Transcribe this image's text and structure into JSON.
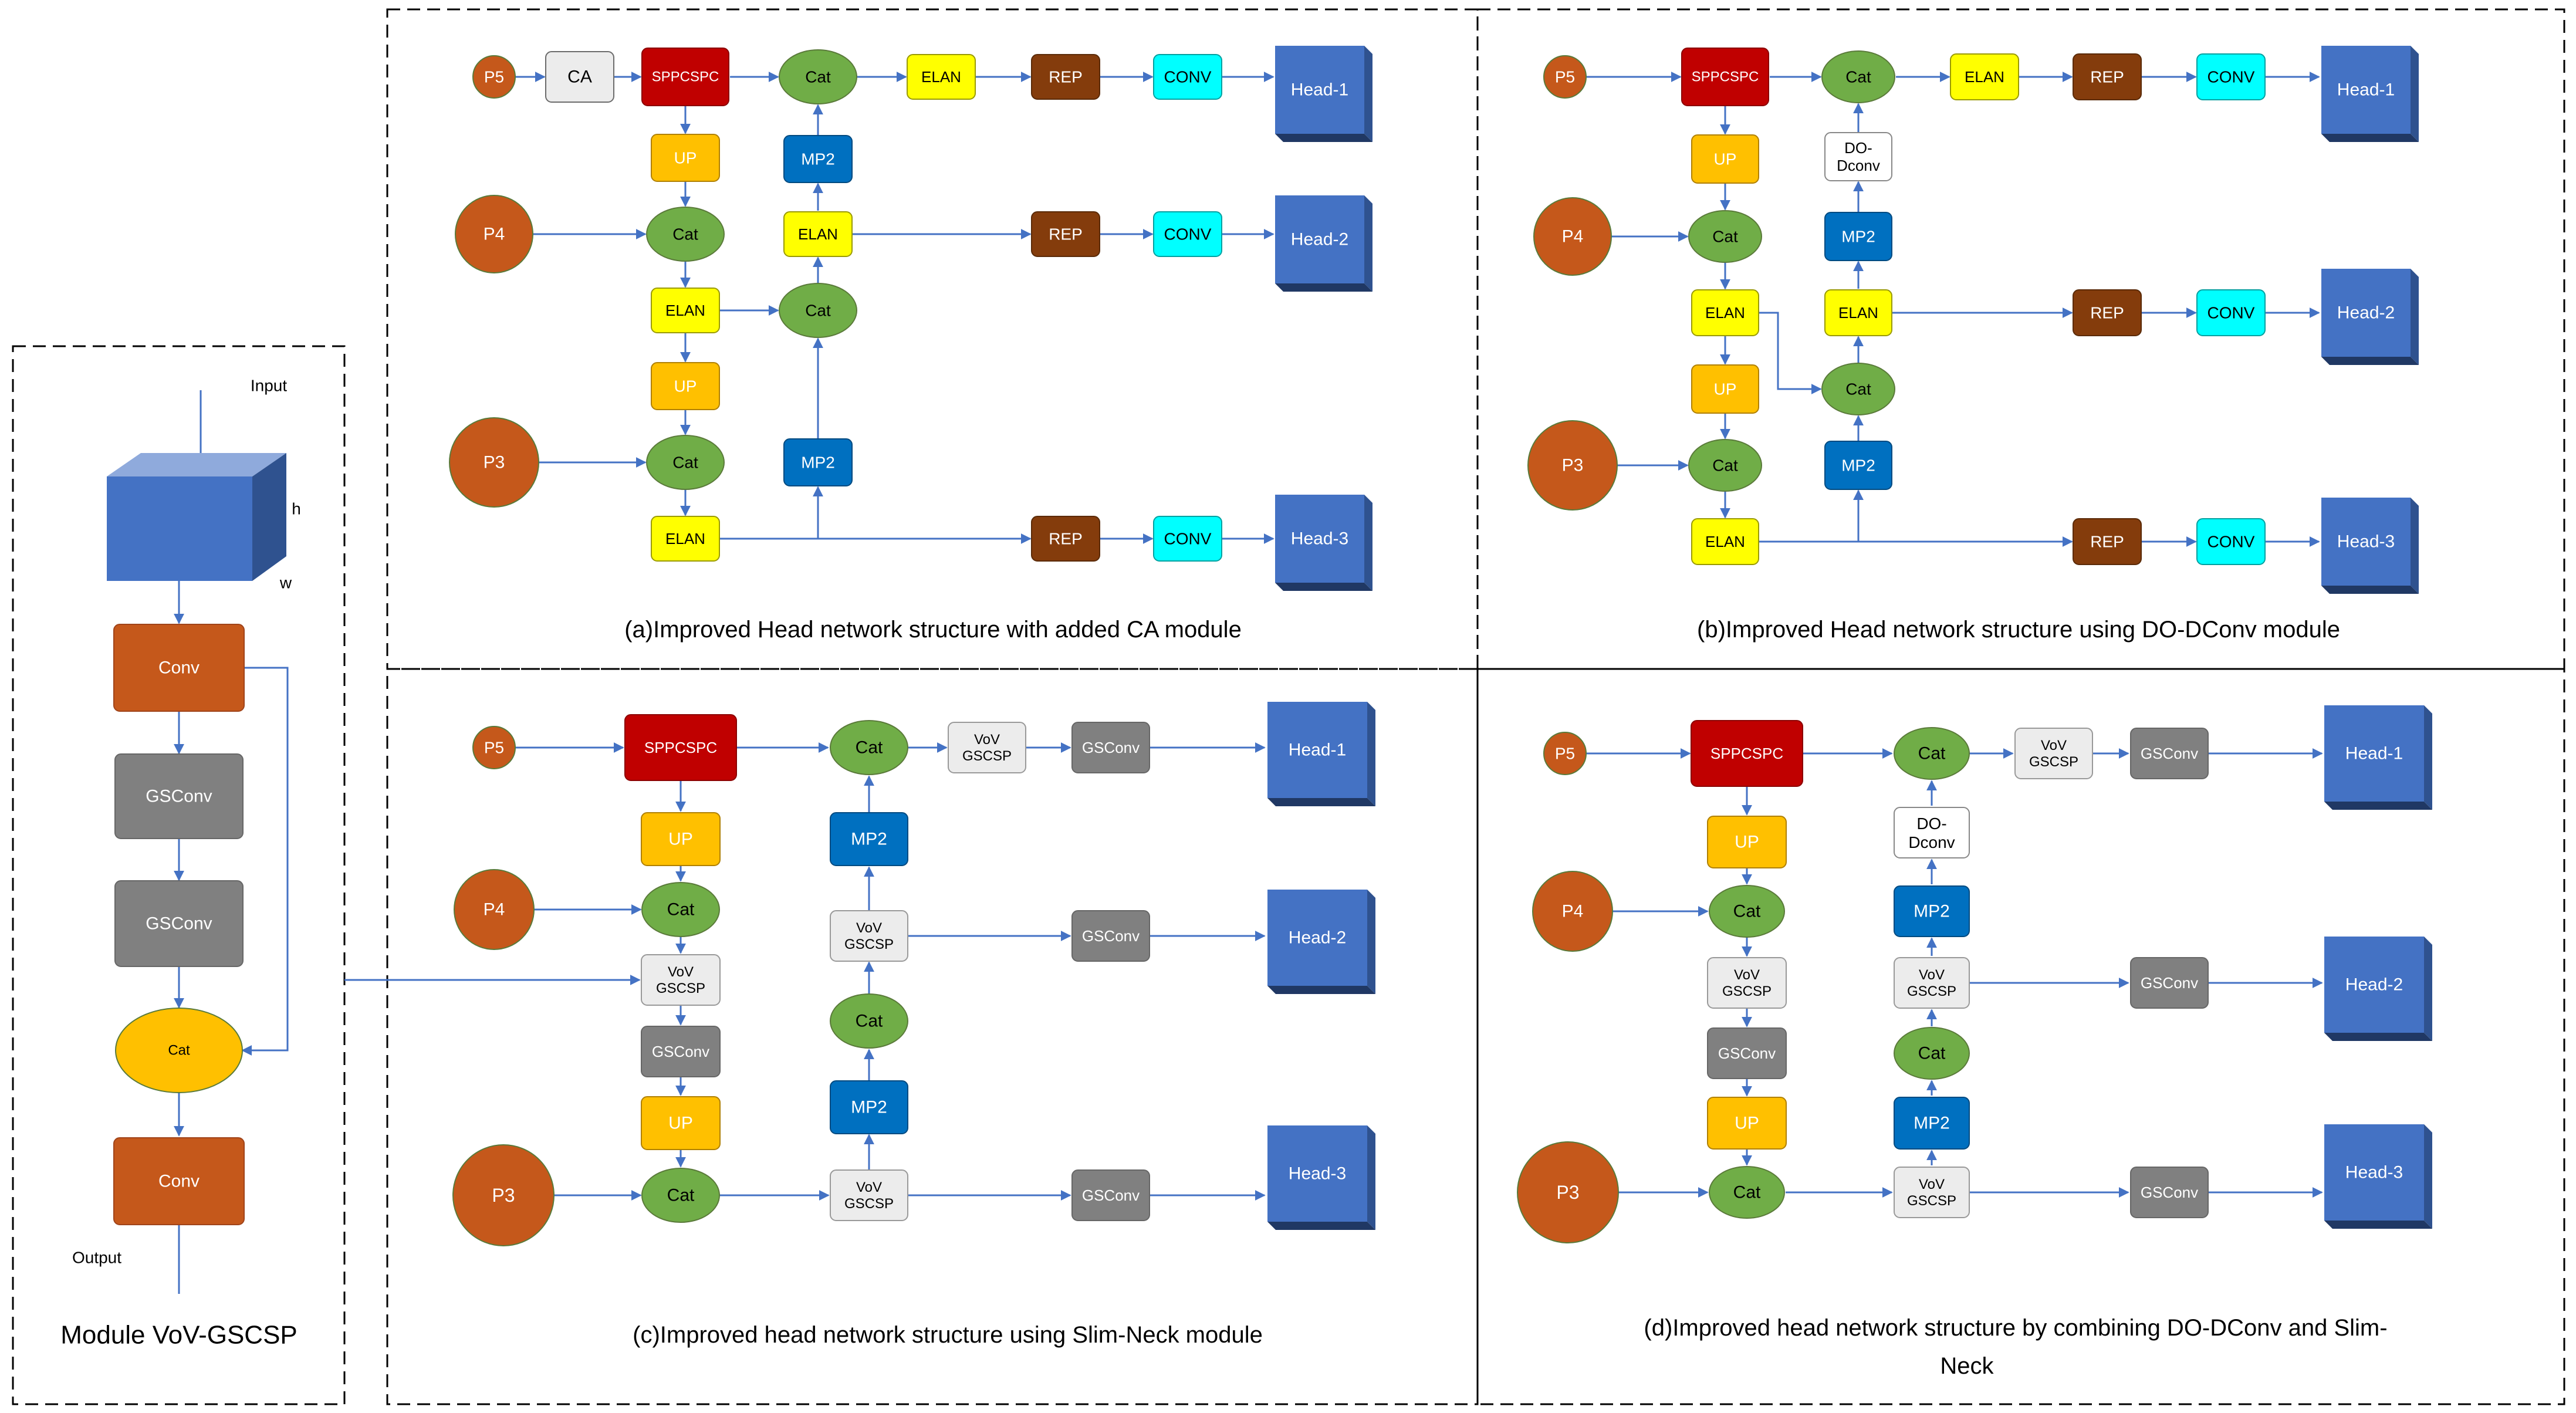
{
  "colors": {
    "orange": "#c5581b",
    "red": "#c00000",
    "gold": "#ffc000",
    "yellow": "#ffff00",
    "green": "#70ad47",
    "blue": "#0070c0",
    "brown": "#843c0c",
    "cyan": "#00ffff",
    "head": "#4472c4",
    "gray": "#808080",
    "lightgray": "#ececec",
    "arrow": "#4472c4"
  },
  "module": {
    "input": "Input",
    "h": "h",
    "w": "w",
    "conv1": "Conv",
    "gsconv1": "GSConv",
    "gsconv2": "GSConv",
    "cat": "Cat",
    "conv2": "Conv",
    "output": "Output",
    "title": "Module VoV-GSCSP"
  },
  "panel_a": {
    "caption": "(a)Improved Head network structure with added CA module",
    "nodes": {
      "p5": "P5",
      "ca": "CA",
      "sppcspc": "SPPCSPC",
      "cat_top": "Cat",
      "elan_top": "ELAN",
      "rep1": "REP",
      "conv1": "CONV",
      "head1": "Head-1",
      "up1": "UP",
      "mp2_top": "MP2",
      "p4": "P4",
      "cat_p4": "Cat",
      "elan_mid": "ELAN",
      "rep2": "REP",
      "conv2": "CONV",
      "head2": "Head-2",
      "elan_l1": "ELAN",
      "cat_mid": "Cat",
      "up2": "UP",
      "p3": "P3",
      "cat_p3": "Cat",
      "mp2_bot": "MP2",
      "elan_l2": "ELAN",
      "rep3": "REP",
      "conv3": "CONV",
      "head3": "Head-3"
    }
  },
  "panel_b": {
    "caption": "(b)Improved Head network structure using DO-DConv module",
    "nodes": {
      "p5": "P5",
      "sppcspc": "SPPCSPC",
      "cat_top": "Cat",
      "elan_top": "ELAN",
      "rep1": "REP",
      "conv1": "CONV",
      "head1": "Head-1",
      "up1": "UP",
      "dodconv": "DO-\nDconv",
      "p4": "P4",
      "cat_p4": "Cat",
      "mp2_top": "MP2",
      "elan_l1": "ELAN",
      "elan_r": "ELAN",
      "rep2": "REP",
      "conv2": "CONV",
      "head2": "Head-2",
      "up2": "UP",
      "cat_mid": "Cat",
      "p3": "P3",
      "cat_p3": "Cat",
      "mp2_bot": "MP2",
      "elan_l2": "ELAN",
      "rep3": "REP",
      "conv3": "CONV",
      "head3": "Head-3"
    }
  },
  "panel_c": {
    "caption": "(c)Improved head network structure  using Slim-Neck module",
    "nodes": {
      "p5": "P5",
      "sppcspc": "SPPCSPC",
      "cat_top": "Cat",
      "vov_top": "VoV\nGSCSP",
      "gsconv_top": "GSConv",
      "head1": "Head-1",
      "up1": "UP",
      "mp2_top": "MP2",
      "p4": "P4",
      "cat_p4": "Cat",
      "vov_r1": "VoV\nGSCSP",
      "gsconv_mid": "GSConv",
      "head2": "Head-2",
      "vov_l": "VoV\nGSCSP",
      "gsconv_l": "GSConv",
      "cat_mid": "Cat",
      "up2": "UP",
      "mp2_bot": "MP2",
      "p3": "P3",
      "cat_p3": "Cat",
      "vov_r2": "VoV\nGSCSP",
      "gsconv_bot": "GSConv",
      "head3": "Head-3"
    }
  },
  "panel_d": {
    "caption_line1": "(d)Improved head network structure  by combining DO-DConv and Slim-",
    "caption_line2": "Neck",
    "nodes": {
      "p5": "P5",
      "sppcspc": "SPPCSPC",
      "cat_top": "Cat",
      "vov_top": "VoV\nGSCSP",
      "gsconv_top": "GSConv",
      "head1": "Head-1",
      "up1": "UP",
      "dodconv": "DO-\nDconv",
      "p4": "P4",
      "cat_p4": "Cat",
      "mp2_top": "MP2",
      "vov_l": "VoV\nGSCSP",
      "vov_r1": "VoV\nGSCSP",
      "gsconv_mid": "GSConv",
      "head2": "Head-2",
      "gsconv_l": "GSConv",
      "cat_mid": "Cat",
      "up2": "UP",
      "mp2_bot": "MP2",
      "p3": "P3",
      "cat_p3": "Cat",
      "vov_r2": "VoV\nGSCSP",
      "gsconv_bot": "GSConv",
      "head3": "Head-3"
    }
  }
}
